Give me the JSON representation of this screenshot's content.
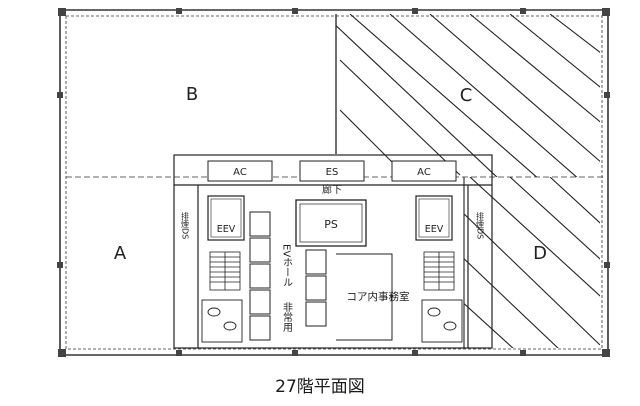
{
  "floor_plan": {
    "zone_labels": {
      "B": "B",
      "C": "C",
      "A": "A",
      "D": "D"
    },
    "room_labels": {
      "ac_left": "AC",
      "es": "ES",
      "ac_right": "AC",
      "corridor": "廊下",
      "ps": "PS",
      "eev_left": "EEV",
      "eev_right": "EEV",
      "ev_hall": "EVホール",
      "emergency": "非常用",
      "core_office": "コア内事務室",
      "duct_left": "排煙DS",
      "duct_right": "排煙DS"
    },
    "hatched_zones": [
      "C",
      "D"
    ],
    "caption": "27階平面図"
  }
}
